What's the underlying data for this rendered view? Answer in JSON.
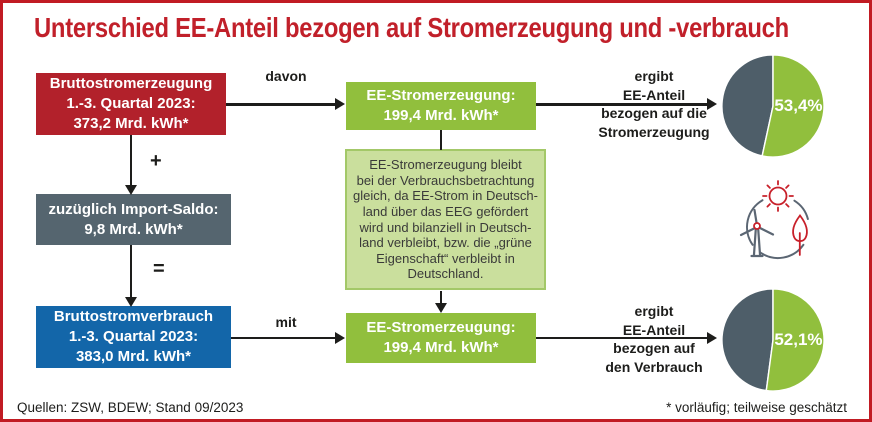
{
  "title": "Unterschied EE-Anteil bezogen auf Stromerzeugung und -verbrauch",
  "flow": {
    "generation_box": {
      "lines": [
        "Bruttostromerzeugung",
        "1.-3. Quartal 2023:",
        "373,2 Mrd. kWh*"
      ]
    },
    "plus": "+",
    "import_box": {
      "lines": [
        "zuzüglich Import-Saldo:",
        "9,8 Mrd. kWh*"
      ]
    },
    "equals": "=",
    "consumption_box": {
      "lines": [
        "Bruttostromverbrauch",
        "1.-3. Quartal 2023:",
        "383,0 Mrd. kWh*"
      ]
    },
    "davon_label": "davon",
    "mit_label": "mit",
    "ee_top_box": {
      "lines": [
        "EE-Stromerzeugung:",
        "199,4 Mrd. kWh*"
      ]
    },
    "ee_bottom_box": {
      "lines": [
        "EE-Stromerzeugung:",
        "199,4 Mrd. kWh*"
      ]
    },
    "explanation_box": {
      "lines": [
        "EE-Stromerzeugung bleibt",
        "bei der Verbrauchsbetrachtung",
        "gleich, da EE-Strom in Deutsch-",
        "land über das EEG gefördert",
        "wird und bilanziell in Deutsch-",
        "land verbleibt, bzw. die „grüne",
        "Eigenschaft“ verbleibt in",
        "Deutschland."
      ]
    },
    "result_top": {
      "lines": [
        "ergibt",
        "EE-Anteil",
        "bezogen auf die",
        "Stromerzeugung"
      ]
    },
    "result_bottom": {
      "lines": [
        "ergibt",
        "EE-Anteil",
        "bezogen auf",
        "den Verbrauch"
      ]
    }
  },
  "pies": {
    "generation": {
      "label": "53,4%",
      "green_pct": 53.4,
      "gray_pct": 46.6
    },
    "consumption": {
      "label": "52,1%",
      "green_pct": 52.1,
      "gray_pct": 47.9
    }
  },
  "icon": {
    "name": "renewable-energy-icon",
    "parts": [
      "wind-turbine",
      "sun",
      "leaf",
      "circle-arc"
    ]
  },
  "colors": {
    "title_red": "#c1202a",
    "box_red": "#b2212b",
    "box_slate": "#55656f",
    "box_blue": "#1366a9",
    "box_green": "#91bf3d",
    "box_light_green": "#cadf9d",
    "pie_green": "#91bf3d",
    "pie_gray": "#4e5e69",
    "border_red": "#c11b23"
  },
  "footer": {
    "sources": "Quellen: ZSW, BDEW; Stand 09/2023",
    "note": "* vorläufig; teilweise geschätzt"
  }
}
